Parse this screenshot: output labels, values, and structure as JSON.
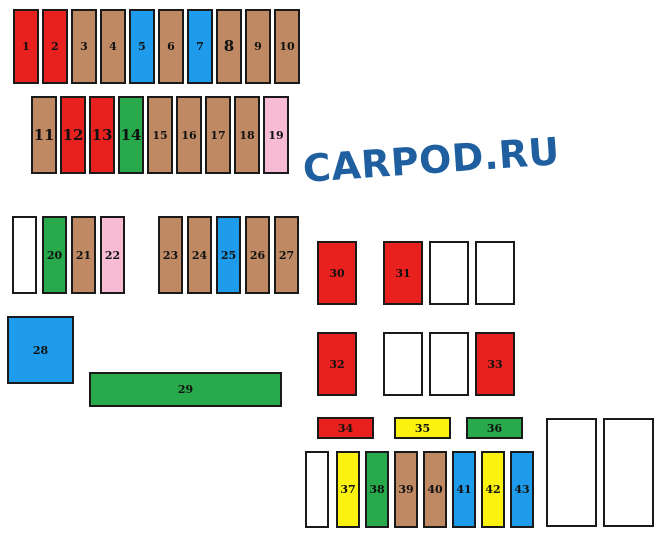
{
  "watermark": "CARPOD.RU",
  "palette": {
    "red": "#e8201e",
    "brown": "#bf8a63",
    "blue": "#1e9bea",
    "green": "#27a94c",
    "pink": "#f7bcd3",
    "yellow": "#fbf20f",
    "white": "#ffffff"
  },
  "fuses": [
    {
      "label": "1",
      "color": "red"
    },
    {
      "label": "2",
      "color": "red"
    },
    {
      "label": "3",
      "color": "brown"
    },
    {
      "label": "4",
      "color": "brown"
    },
    {
      "label": "5",
      "color": "blue"
    },
    {
      "label": "6",
      "color": "brown"
    },
    {
      "label": "7",
      "color": "blue"
    },
    {
      "label": "8",
      "color": "brown"
    },
    {
      "label": "9",
      "color": "brown"
    },
    {
      "label": "10",
      "color": "brown"
    },
    {
      "label": "11",
      "color": "brown"
    },
    {
      "label": "12",
      "color": "red"
    },
    {
      "label": "13",
      "color": "red"
    },
    {
      "label": "14",
      "color": "green"
    },
    {
      "label": "15",
      "color": "brown"
    },
    {
      "label": "16",
      "color": "brown"
    },
    {
      "label": "17",
      "color": "brown"
    },
    {
      "label": "18",
      "color": "brown"
    },
    {
      "label": "19",
      "color": "pink"
    },
    {
      "label": "",
      "color": "white"
    },
    {
      "label": "20",
      "color": "green"
    },
    {
      "label": "21",
      "color": "brown"
    },
    {
      "label": "22",
      "color": "pink"
    },
    {
      "label": "23",
      "color": "brown"
    },
    {
      "label": "24",
      "color": "brown"
    },
    {
      "label": "25",
      "color": "blue"
    },
    {
      "label": "26",
      "color": "brown"
    },
    {
      "label": "27",
      "color": "brown"
    },
    {
      "label": "28",
      "color": "blue"
    },
    {
      "label": "29",
      "color": "green"
    },
    {
      "label": "30",
      "color": "red"
    },
    {
      "label": "31",
      "color": "red"
    },
    {
      "label": "",
      "color": "white"
    },
    {
      "label": "",
      "color": "white"
    },
    {
      "label": "32",
      "color": "red"
    },
    {
      "label": "",
      "color": "white"
    },
    {
      "label": "",
      "color": "white"
    },
    {
      "label": "33",
      "color": "red"
    },
    {
      "label": "34",
      "color": "red"
    },
    {
      "label": "35",
      "color": "yellow"
    },
    {
      "label": "36",
      "color": "green"
    },
    {
      "label": "",
      "color": "white"
    },
    {
      "label": "37",
      "color": "yellow"
    },
    {
      "label": "38",
      "color": "green"
    },
    {
      "label": "39",
      "color": "brown"
    },
    {
      "label": "40",
      "color": "brown"
    },
    {
      "label": "41",
      "color": "blue"
    },
    {
      "label": "42",
      "color": "yellow"
    },
    {
      "label": "43",
      "color": "blue"
    },
    {
      "label": "",
      "color": "white"
    },
    {
      "label": "",
      "color": "white"
    }
  ]
}
